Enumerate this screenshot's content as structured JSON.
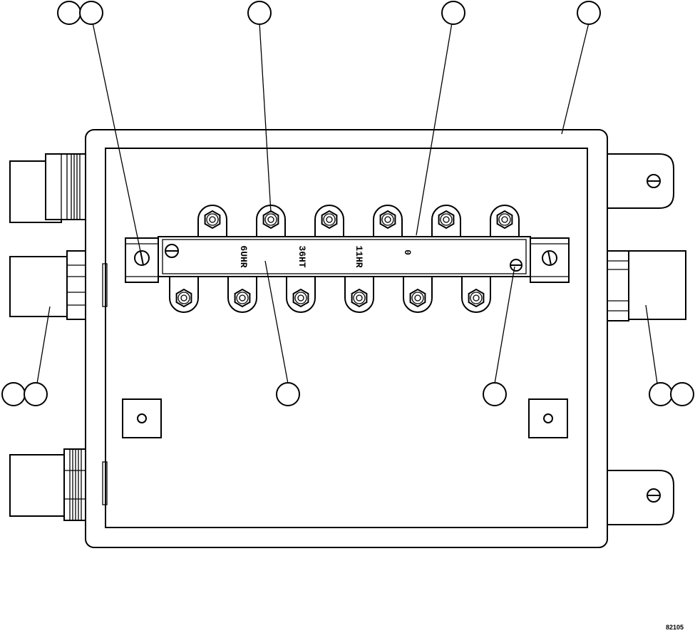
{
  "terminal_board": {
    "markings": [
      "6UHR",
      "36HT",
      "11HR",
      "0"
    ]
  },
  "figure_id": "82105",
  "colors": {
    "line": "#000000",
    "background": "#ffffff"
  }
}
